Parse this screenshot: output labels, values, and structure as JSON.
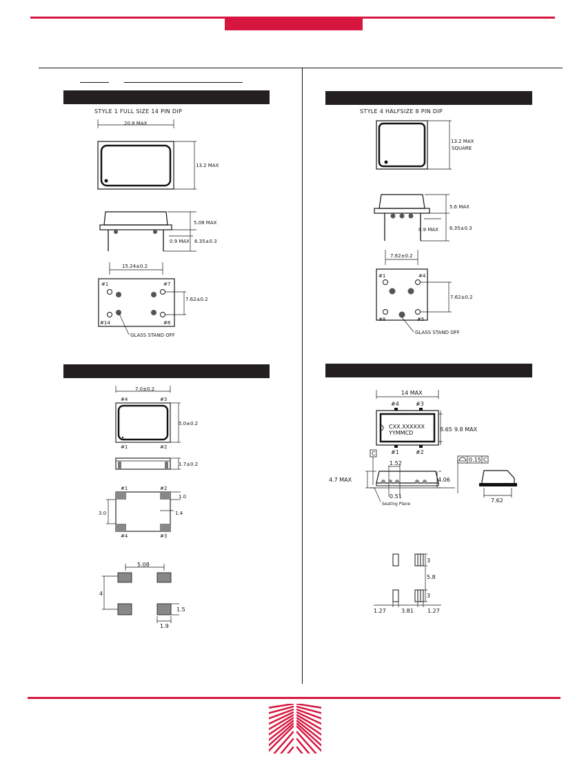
{
  "colors": {
    "accent": "#d6163f",
    "section_bar": "#231f20"
  },
  "left": {
    "style1": {
      "caption": "STYLE 1 FULL SIZE 14 PIN DIP",
      "top": {
        "width_dim": "20.8 MAX",
        "height_dim": "13.2 MAX"
      },
      "side": {
        "height_dim": "5.08 MAX",
        "standoff_dim": "0.9 MAX",
        "lead_dim": "6.35±0.3"
      },
      "pins": {
        "pitch_x": "15.24±0.2",
        "pitch_y": "7.62±0.2",
        "p1": "#1",
        "p7": "#7",
        "p14": "#14",
        "p8": "#8",
        "note": "GLASS STAND OFF"
      }
    },
    "smd": {
      "top": {
        "width_dim": "7.0±0.2",
        "height_dim": "5.0±0.2",
        "p4": "#4",
        "p3": "#3",
        "p1": "#1",
        "p2": "#2"
      },
      "side": {
        "height_dim": "1.7±0.2"
      },
      "bottom": {
        "p1": "#1",
        "p2": "#2",
        "p4": "#4",
        "p3": "#3",
        "pad_h": "1.0",
        "pad_w": "1.4",
        "height": "3.0"
      },
      "land": {
        "pitch_x": "5.08",
        "pitch_y": "4",
        "pad_h": "1.5",
        "pad_w": "1.9"
      }
    }
  },
  "right": {
    "style4": {
      "caption": "STYLE 4 HALFSIZE 8 PIN DIP",
      "top": {
        "dim1": "13.2 MAX",
        "dim2": "SQUARE"
      },
      "side": {
        "height_dim": "5.6 MAX",
        "standoff_dim": "0.9 MAX",
        "lead_dim": "6.35±0.3"
      },
      "pins": {
        "pitch_x": "7.62±0.2",
        "pitch_y": "7.62±0.2",
        "p1": "#1",
        "p4": "#4",
        "p8": "#8",
        "p5": "#5",
        "note": "GLASS STAND OFF"
      }
    },
    "jlead": {
      "top": {
        "width_dim": "14 MAX",
        "p4": "#4",
        "p3": "#3",
        "p1": "#1",
        "p2": "#2",
        "marking1": "CXX.XXXXXX",
        "marking2": "YYMMCD",
        "inner_h": "8.65",
        "outer_h": "9.8 MAX"
      },
      "side": {
        "datum": "C",
        "dim_152": "1.52",
        "height": "4.7 MAX",
        "body_h": "4.06",
        "lead_w": "0.51",
        "seating": "Seating Plane",
        "flatness": "0.15",
        "datum_ref": "C",
        "span": "7.62"
      },
      "land": {
        "pad_h": "3",
        "gap": "5.8",
        "pad_h2": "3",
        "edge_l": "1.27",
        "mid": "3.81",
        "edge_r": "1.27"
      }
    }
  }
}
